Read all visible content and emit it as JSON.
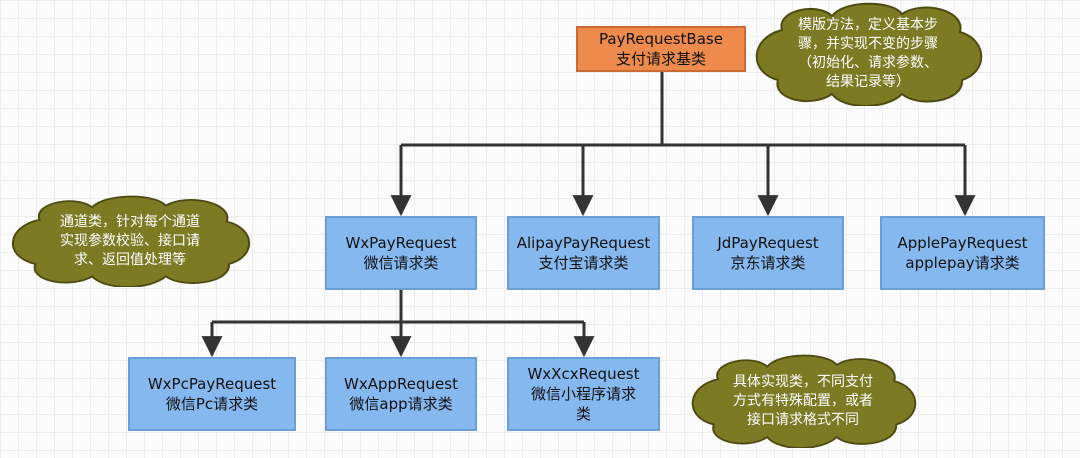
{
  "nodes": {
    "base": {
      "line1": "PayRequestBase",
      "line2": "支付请求基类"
    },
    "wx": {
      "line1": "WxPayRequest",
      "line2": "微信请求类"
    },
    "alipay": {
      "line1": "AlipayPayRequest",
      "line2": "支付宝请求类"
    },
    "jd": {
      "line1": "JdPayRequest",
      "line2": "京东请求类"
    },
    "apple": {
      "line1": "ApplePayRequest",
      "line2": "applepay请求类"
    },
    "wxpc": {
      "line1": "WxPcPayRequest",
      "line2": "微信Pc请求类"
    },
    "wxapp": {
      "line1": "WxAppRequest",
      "line2": "微信app请求类"
    },
    "wxxcx": {
      "line1": "WxXcxRequest",
      "line2": "微信小程序请求",
      "line3": "类"
    }
  },
  "notes": {
    "template": [
      "模版方法，定义基本步",
      "骤，并实现不变的步骤",
      "（初始化、请求参数、",
      "结果记录等）"
    ],
    "channel": [
      "通道类，针对每个通道",
      "实现参数校验、接口请",
      "求、返回值处理等"
    ],
    "concrete": [
      "具体实现类，不同支付",
      "方式有特殊配置，或者",
      "接口请求格式不同"
    ]
  },
  "colors": {
    "base_fill": "#ed8a4c",
    "node_fill": "#85b8ee",
    "cloud_fill": "#7d7a24",
    "edge": "#333333"
  }
}
